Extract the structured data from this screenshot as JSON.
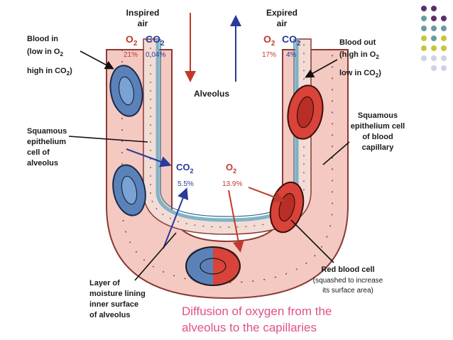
{
  "labels": {
    "inspired_1": "Inspired",
    "inspired_2": "air",
    "expired_1": "Expired",
    "expired_2": "air",
    "alveolus": "Alveolus",
    "blood_in": [
      "Blood in",
      "(low in O",
      "high in CO",
      ")"
    ],
    "blood_out": [
      "Blood out",
      "(high in O",
      "low in CO",
      ")"
    ],
    "squamous_alveolus": [
      "Squamous",
      "epithelium",
      "cell of",
      "alveolus"
    ],
    "squamous_capillary": [
      "Squamous",
      "epithelium cell",
      "of blood",
      "capillary"
    ],
    "moisture": [
      "Layer of",
      "moisture lining",
      "inner surface",
      "of alveolus"
    ],
    "rbc": [
      "Red blood cell",
      "(squashed to increase",
      "its surface area)"
    ]
  },
  "gases": {
    "o2": "O",
    "co2": "CO",
    "sub2": "2",
    "inspired_o2_pct": "21%",
    "inspired_co2_pct": "0.04%",
    "expired_o2_pct": "17%",
    "expired_co2_pct": "4%",
    "center_co2_pct": "5.5%",
    "center_o2_pct": "13.9%"
  },
  "caption": [
    "Diffusion of oxygen from the",
    "alveolus to the capillaries"
  ],
  "colors": {
    "o2_red": "#c0392b",
    "co2_blue": "#2a3a9a",
    "caption_pink": "#e0508a",
    "capillary_fill": "#f4c9c2",
    "rbc_blue": "#5b82b8",
    "rbc_red": "#d9433a",
    "dot_purple": "#5b2d6e",
    "dot_teal": "#6a9aa0",
    "dot_olive": "#c9c43a",
    "dot_lavender": "#cfd0ea"
  }
}
